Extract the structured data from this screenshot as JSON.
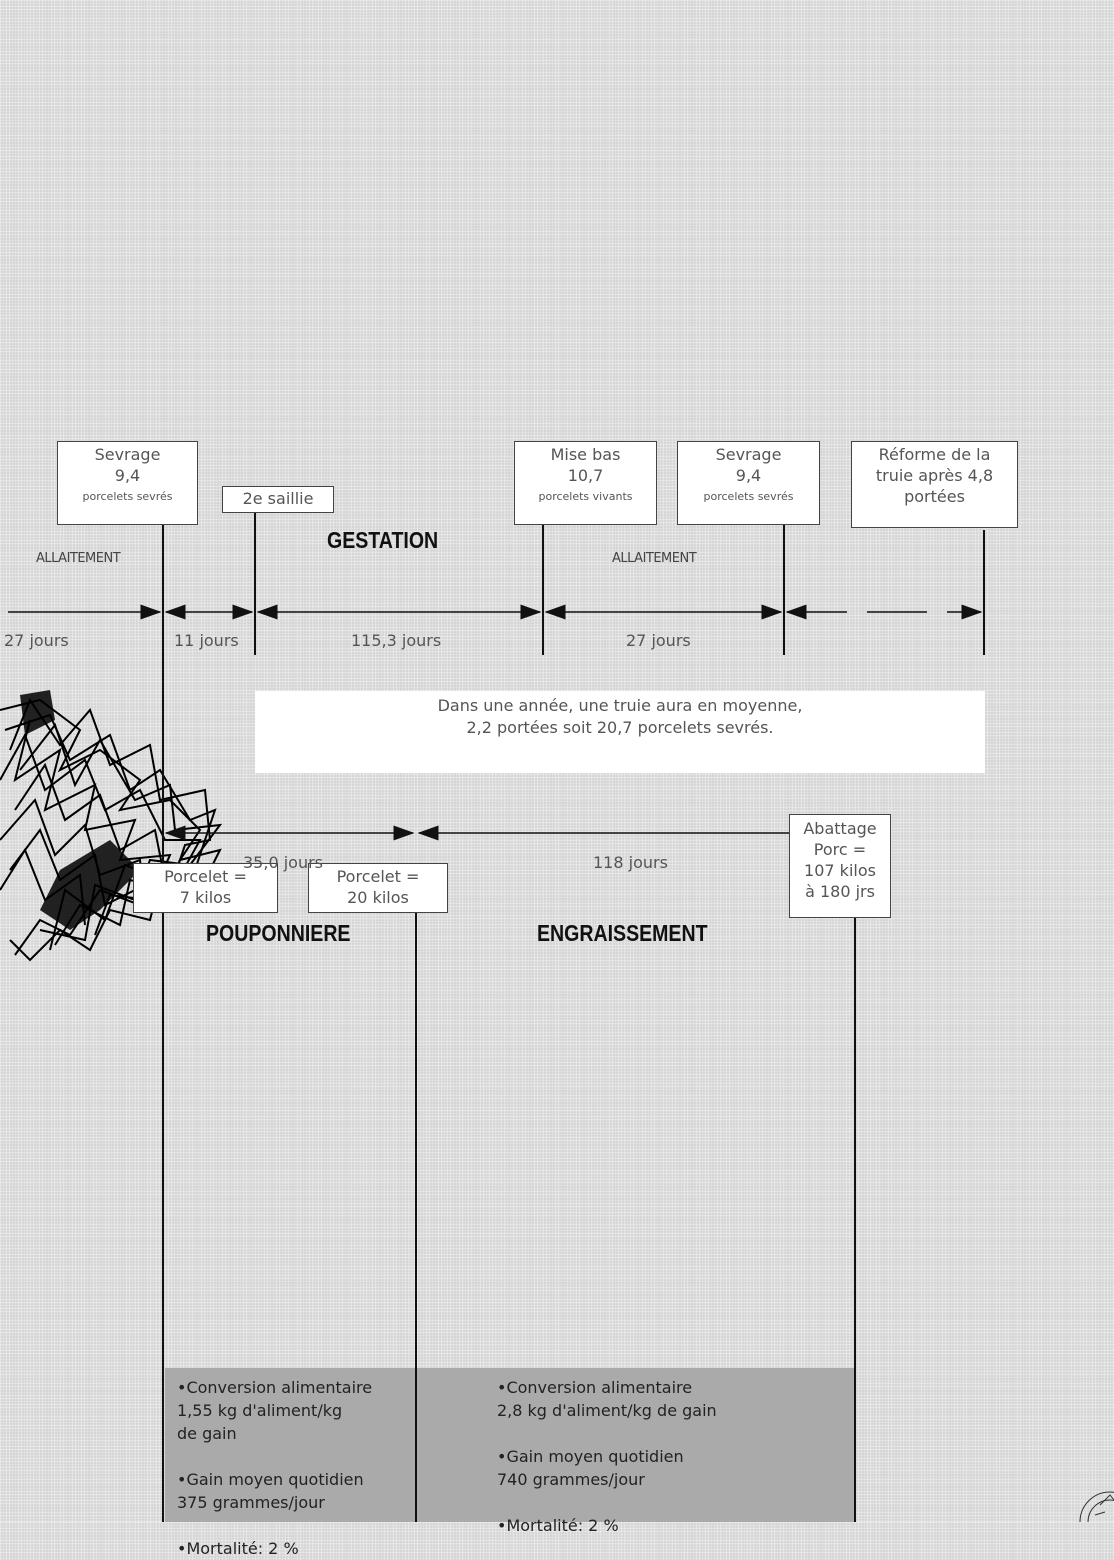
{
  "top_boxes": [
    {
      "line1": "Sevrage",
      "line2": "9,4",
      "line3": "porcelets sevrés"
    },
    {
      "line1": "2e saillie"
    },
    {
      "line1": "Mise bas",
      "line2": "10,7",
      "line3": "porcelets vivants"
    },
    {
      "line1": "Sevrage",
      "line2": "9,4",
      "line3": "porcelets sevrés"
    },
    {
      "line1": "Réforme de la",
      "line2": "truie après 4,8",
      "line3": "portées"
    }
  ],
  "phases_top": {
    "allaitement_left": "ALLAITEMENT",
    "gestation": "GESTATION",
    "allaitement_right": "ALLAITEMENT"
  },
  "durations_top": [
    "27 jours",
    "11 jours",
    "115,3 jours",
    "27 jours"
  ],
  "summary": {
    "line1": "Dans une année, une truie aura en moyenne,",
    "line2": "2,2 portées soit 20,7 porcelets sevrés."
  },
  "bottom_boxes": [
    {
      "line1": "Porcelet =",
      "line2": "7 kilos"
    },
    {
      "line1": "Porcelet =",
      "line2": "20 kilos"
    },
    {
      "line1": "Abattage",
      "line2": "Porc =",
      "line3": "107 kilos",
      "line4": "à 180 jrs"
    }
  ],
  "phases_bottom": {
    "pouponniere": "POUPONNIERE",
    "engraissement": "ENGRAISSEMENT"
  },
  "durations_bottom": [
    "35,0 jours",
    "118 jours"
  ],
  "stats_pouponniere": [
    "•Conversion alimentaire\n 1,55 kg d'aliment/kg\n de gain",
    "•Gain moyen quotidien\n 375 grammes/jour",
    "•Mortalité: 2 %"
  ],
  "stats_engraissement": [
    "•Conversion alimentaire\n 2,8 kg d'aliment/kg de gain",
    "•Gain moyen quotidien\n 740 grammes/jour",
    "•Mortalité: 2 %"
  ]
}
